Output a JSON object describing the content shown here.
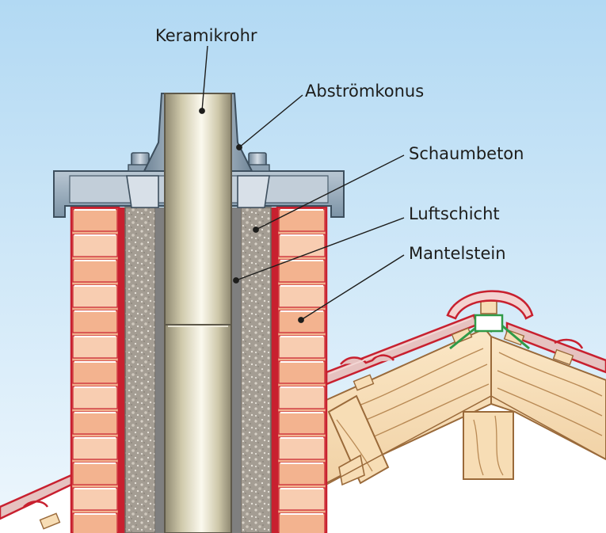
{
  "labels": {
    "pipe": "Keramikrohr",
    "cone": "Abströmkonus",
    "foam_concrete": "Schaumbeton",
    "air_gap": "Luftschicht",
    "jacket_stone": "Mantelstein"
  },
  "colors": {
    "sky_top": "#b4daf3",
    "sky_bottom": "#eaf5fc",
    "brick": "#f3b38f",
    "brick_light": "#f8cdb1",
    "brick_outline": "#c8202f",
    "mortar": "#ffffff",
    "concrete": "#a39d94",
    "air_gap": "#7f7f7f",
    "pipe": "#d8d2b3",
    "cone": "#95a8b8",
    "wood": "#f6dcb4",
    "wood_line": "#9a6a3a",
    "roof_tile": "#c8202f",
    "ridge_green": "#2f9a48"
  }
}
